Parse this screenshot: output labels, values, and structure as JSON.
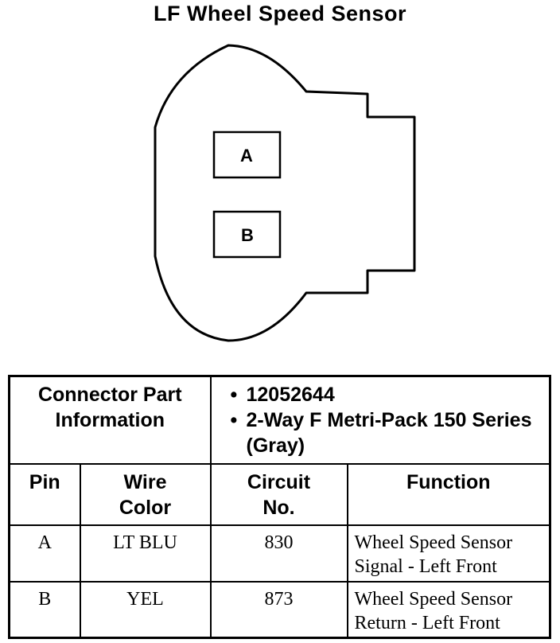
{
  "title": "LF Wheel Speed Sensor",
  "connector": {
    "pins": [
      {
        "label": "A"
      },
      {
        "label": "B"
      }
    ]
  },
  "table": {
    "connector_part_label": "Connector Part Information",
    "part_info": [
      "12052644",
      "2-Way F Metri-Pack 150 Series (Gray)"
    ],
    "headers": {
      "pin": "Pin",
      "wire_color": "Wire Color",
      "circuit_no": "Circuit No.",
      "function": "Function"
    },
    "rows": [
      {
        "pin": "A",
        "wire_color": "LT BLU",
        "circuit": "830",
        "function": "Wheel Speed Sensor Signal - Left Front"
      },
      {
        "pin": "B",
        "wire_color": "YEL",
        "circuit": "873",
        "function": "Wheel Speed Sensor Return - Left Front"
      }
    ]
  }
}
